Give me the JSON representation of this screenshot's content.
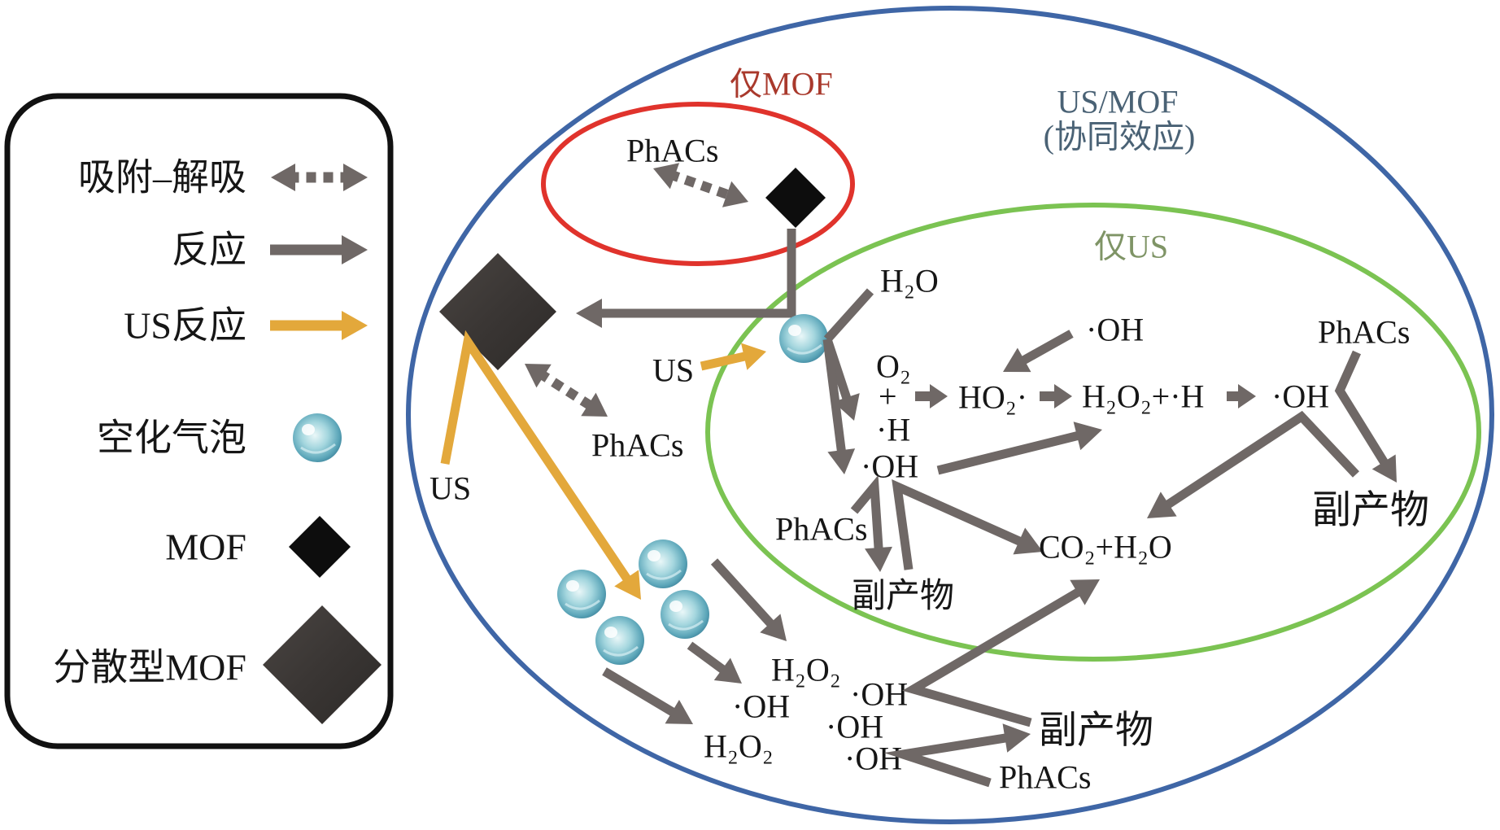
{
  "figure": {
    "legend": {
      "items": [
        {
          "label": "吸附–解吸",
          "symbol": "dotted-double-arrow"
        },
        {
          "label": "反应",
          "symbol": "gray-arrow"
        },
        {
          "label": "US反应",
          "symbol": "yellow-arrow"
        },
        {
          "label": "空化气泡",
          "symbol": "cavitation-bubble"
        },
        {
          "label": "MOF",
          "symbol": "black-diamond"
        },
        {
          "label": "分散型MOF",
          "symbol": "textured-diamond"
        }
      ]
    },
    "regions": {
      "synergy": {
        "title": "US/MOF",
        "subtitle": "(协同效应)"
      },
      "mof_only": {
        "title": "仅MOF"
      },
      "us_only": {
        "title": "仅US"
      }
    },
    "mof_only_zone": {
      "phacs": "PhACs"
    },
    "dispersed_mof_zone": {
      "us_left": "US",
      "us_mid": "US",
      "phacs": "PhACs"
    },
    "us_only_zone": {
      "h2o": "H₂O",
      "oh_top": "·OH",
      "phacs_right": "PhACs",
      "o2": "O₂",
      "plus": "+",
      "h_radical": "·H",
      "ho2": "HO₂·",
      "h2o2_h": "H₂O₂+·H",
      "oh_right": "·OH",
      "oh_left": "·OH",
      "byproduct_right": "副产物",
      "phacs_mid": "PhACs",
      "co2_h2o": "CO₂+H₂O",
      "byproduct_mid": "副产物"
    },
    "synergy_zone": {
      "h2o2_upper": "H₂O₂",
      "oh_a": "·OH",
      "oh_left": "·OH",
      "oh_b": "·OH",
      "byproduct": "副产物",
      "h2o2_lower": "H₂O₂",
      "oh_c": "·OH",
      "phacs": "PhACs"
    }
  },
  "colors": {
    "synergy_ellipse": "#3f66a6",
    "mof_only_ellipse": "#e0332c",
    "us_only_ellipse": "#7bc352",
    "synergy_label": "#4a6275",
    "mof_only_label": "#a9392c",
    "us_only_label": "#7f9466",
    "reaction_arrow": "#6f6866",
    "us_arrow": "#e3a83b",
    "mof": "#0d0d0d",
    "dispersed_mof": "#3c3836",
    "text": "#161616"
  }
}
